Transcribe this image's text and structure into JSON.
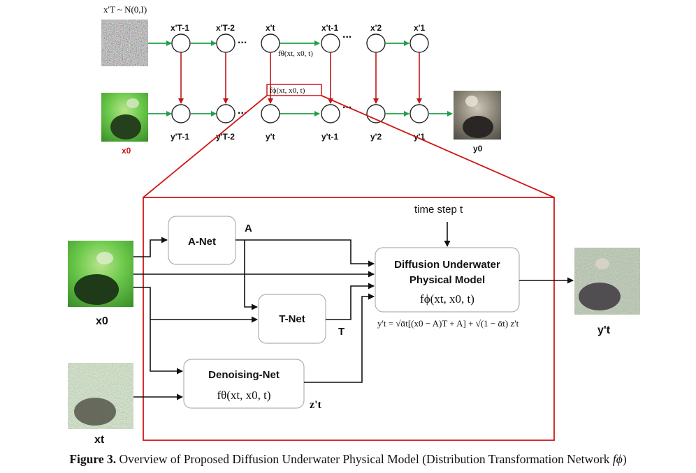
{
  "top": {
    "noise_dist": "x'T ~ N(0,I)",
    "x_nodes": [
      "x'T-1",
      "x'T-2",
      "x't",
      "x't-1",
      "x'2",
      "x'1"
    ],
    "y_nodes": [
      "y'T-1",
      "y'T-2",
      "y't",
      "y't-1",
      "y'2",
      "y'1"
    ],
    "dots": "...",
    "f_theta_small": "fθ(xt, x0, t)",
    "f_phi_small": "fϕ(xt, x0, t)",
    "x0_label": "x0",
    "y0_label": "y0"
  },
  "detail": {
    "time_step": "time step t",
    "anet": "A-Net",
    "a_label": "A",
    "tnet": "T-Net",
    "t_label": "T",
    "denoise": "Denoising-Net",
    "denoise_fn": "fθ(xt, x0, t)",
    "z_label": "z't",
    "dupm_line1": "Diffusion Underwater",
    "dupm_line2": "Physical Model",
    "dupm_fn": "fϕ(xt, x0, t)",
    "equation": "y't = √ᾱt[(x0 − A)T + A] + √(1 − ᾱt) z't",
    "x0": "x0",
    "xt": "xt",
    "yt": "y't"
  },
  "caption": {
    "label": "Figure 3.",
    "text": "Overview of Proposed Diffusion Underwater Physical Model (Distribution Transformation Network ",
    "symbol": "fϕ",
    "close": ")"
  },
  "colors": {
    "green_arrow": "#21a04a",
    "red_arrow": "#c01818",
    "box_stroke": "#b0b0b0",
    "frame_red": "#d01818",
    "red_text": "#d01818"
  }
}
